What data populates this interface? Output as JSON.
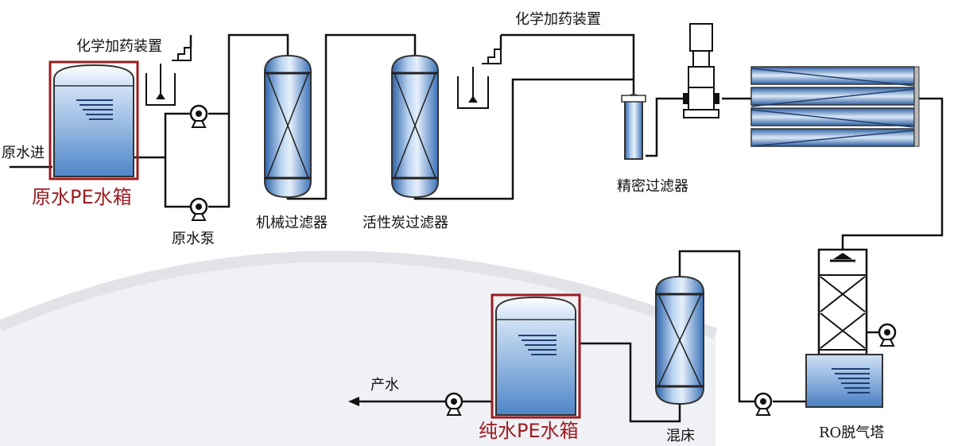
{
  "labels": {
    "raw_inlet": "原水进",
    "raw_tank": "原水PE水箱",
    "raw_pump": "原水泵",
    "chem_dosing_1": "化学加药装置",
    "chem_dosing_2": "化学加药装置",
    "mech_filter": "机械过滤器",
    "carbon_filter": "活性炭过滤器",
    "precision_filter": "精密过滤器",
    "ro_degas": "RO脱气塔",
    "mixed_bed": "混床",
    "pure_tank": "纯水PE水箱",
    "product_water": "产水"
  },
  "colors": {
    "pipe": "#111111",
    "highlight": "#9c1c22",
    "water": "#4f86c8",
    "water_light": "#e8f0fb"
  }
}
